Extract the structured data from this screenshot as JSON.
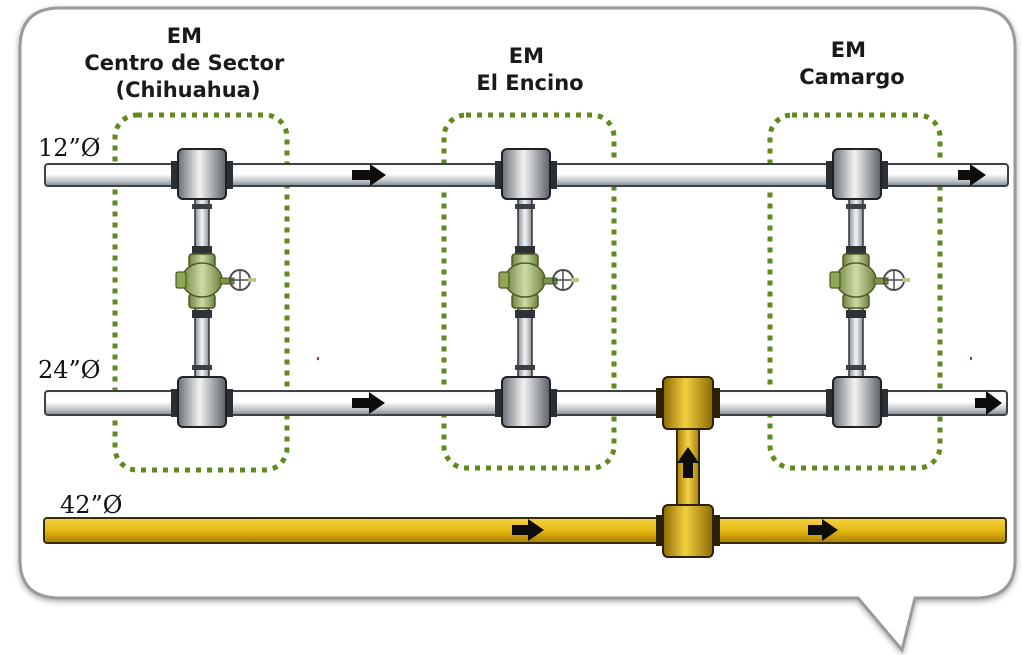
{
  "stations": [
    {
      "title_lines": [
        "EM",
        "Centro de Sector",
        "(Chihuahua)"
      ]
    },
    {
      "title_lines": [
        "EM",
        "El Encino"
      ]
    },
    {
      "title_lines": [
        "EM",
        "Camargo"
      ]
    }
  ],
  "pipes": [
    {
      "label": "12”Ø"
    },
    {
      "label": "24”Ø"
    },
    {
      "label": "42”Ø"
    }
  ],
  "colors": {
    "bubble_border": "#9a9a9a",
    "station_outline": "#5e8a1e",
    "yellow_pipe": "#e7b912",
    "steel_pipe": "#d9dde0",
    "valve_body": "#9fb56a"
  },
  "icons": [
    "valve-icon",
    "flow-arrow-icon"
  ]
}
